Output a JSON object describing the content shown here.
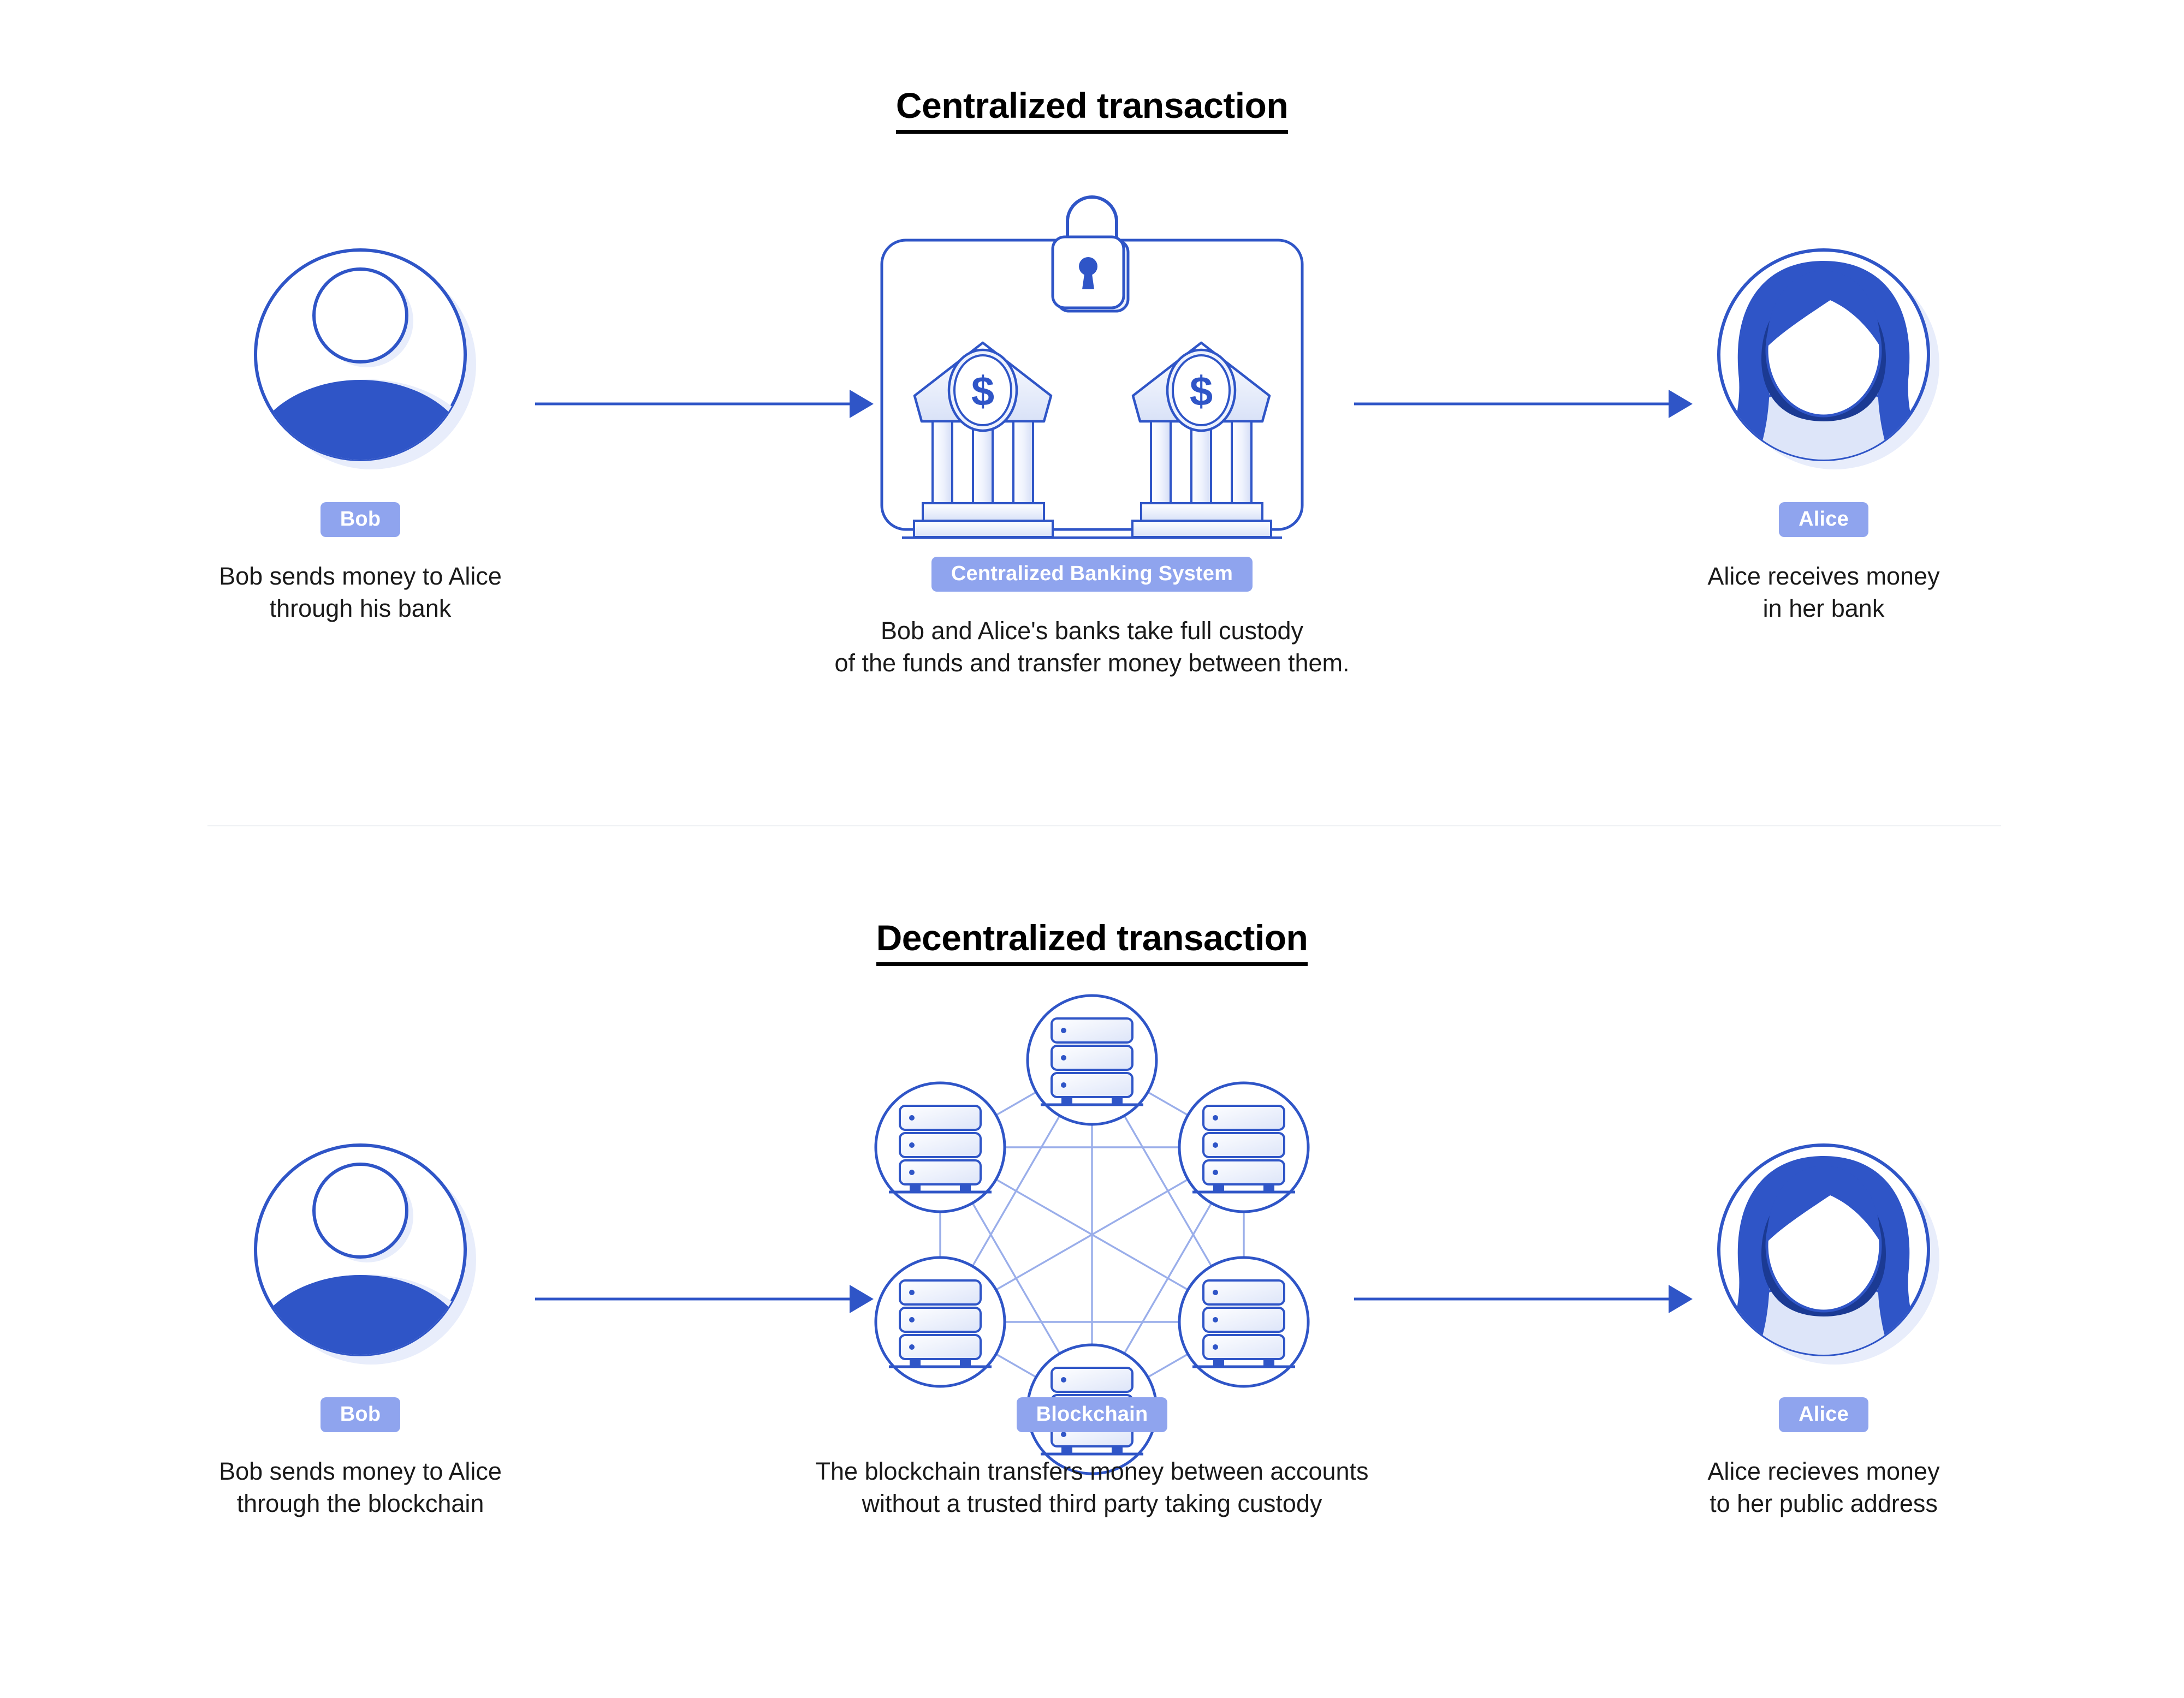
{
  "diagram": {
    "background_color": "#ffffff",
    "accent_blue": "#2f55c7",
    "badge_color": "#8fa4ee",
    "light_fill": "#e8edfb",
    "link_color": "#9aaeea",
    "divider_color": "#eef1f4"
  },
  "sections": [
    {
      "id": "centralized",
      "title": "Centralized transaction",
      "steps": [
        {
          "icon": "person-avatar-bob-icon",
          "badge": "Bob",
          "caption_lines": [
            "Bob sends money to Alice",
            "through his bank"
          ]
        },
        {
          "icon": "centralized-bank-system-icon",
          "badge": "Centralized Banking System",
          "caption_lines": [
            "Bob and Alice's banks take full custody",
            "of the funds and transfer money between them."
          ]
        },
        {
          "icon": "person-avatar-alice-icon",
          "badge": "Alice",
          "caption_lines": [
            "Alice receives money",
            "in her bank"
          ]
        }
      ]
    },
    {
      "id": "decentralized",
      "title": "Decentralized transaction",
      "steps": [
        {
          "icon": "person-avatar-bob-icon",
          "badge": "Bob",
          "caption_lines": [
            "Bob sends money to Alice",
            "through the blockchain"
          ]
        },
        {
          "icon": "blockchain-network-icon",
          "badge": "Blockchain",
          "caption_lines": [
            "The blockchain transfers money between accounts",
            "without a trusted third party taking custody"
          ]
        },
        {
          "icon": "person-avatar-alice-icon",
          "badge": "Alice",
          "caption_lines": [
            "Alice recieves money",
            "to her public address"
          ]
        }
      ]
    }
  ],
  "icon_labels": {
    "lock": "padlock-icon",
    "bank": "bank-building-icon",
    "dollar": "dollar-coin-icon",
    "server": "server-node-icon",
    "arrow": "right-arrow-icon"
  }
}
